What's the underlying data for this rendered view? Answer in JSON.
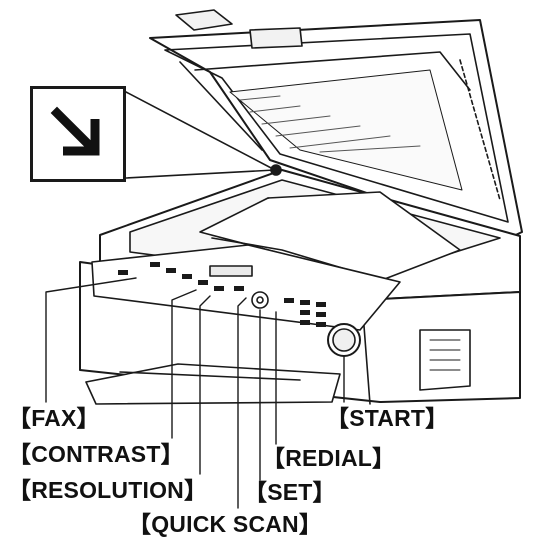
{
  "diagram": {
    "inset_icon": "arrow-down-right-icon",
    "callouts": [
      {
        "id": "fax",
        "label": "【FAX】"
      },
      {
        "id": "contrast",
        "label": "【CONTRAST】"
      },
      {
        "id": "resolution",
        "label": "【RESOLUTION】"
      },
      {
        "id": "quick_scan",
        "label": "【QUICK SCAN】"
      },
      {
        "id": "start",
        "label": "【START】"
      },
      {
        "id": "redial",
        "label": "【REDIAL】"
      },
      {
        "id": "set",
        "label": "【SET】"
      }
    ]
  }
}
